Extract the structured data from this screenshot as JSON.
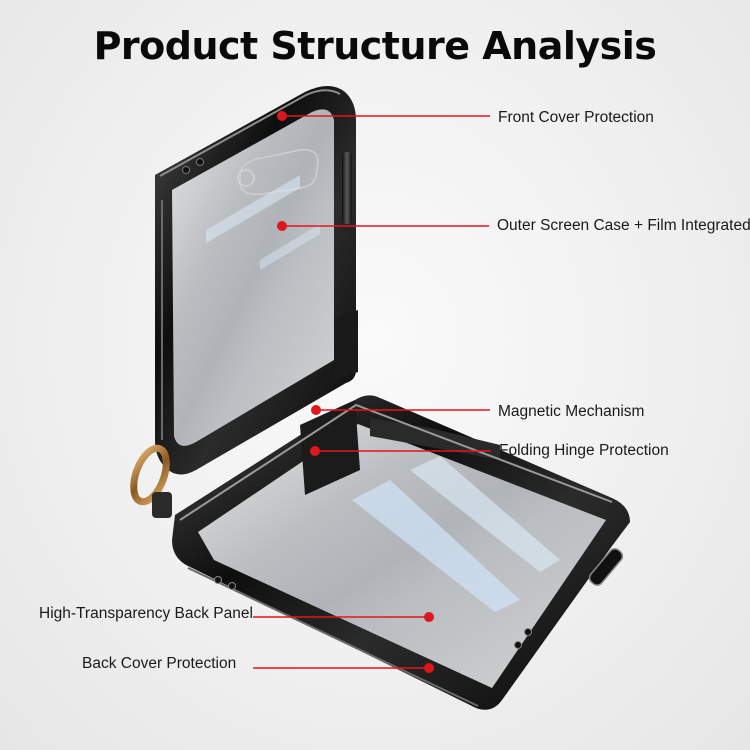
{
  "title": "Product Structure Analysis",
  "accent_color": "#e0161d",
  "callouts": {
    "front_cover": "Front Cover Protection",
    "outer_screen": "Outer Screen Case + Film Integrated",
    "magnetic": "Magnetic Mechanism",
    "hinge": "Folding Hinge Protection",
    "back_panel": "High-Transparency Back Panel",
    "back_cover": "Back Cover Protection"
  }
}
